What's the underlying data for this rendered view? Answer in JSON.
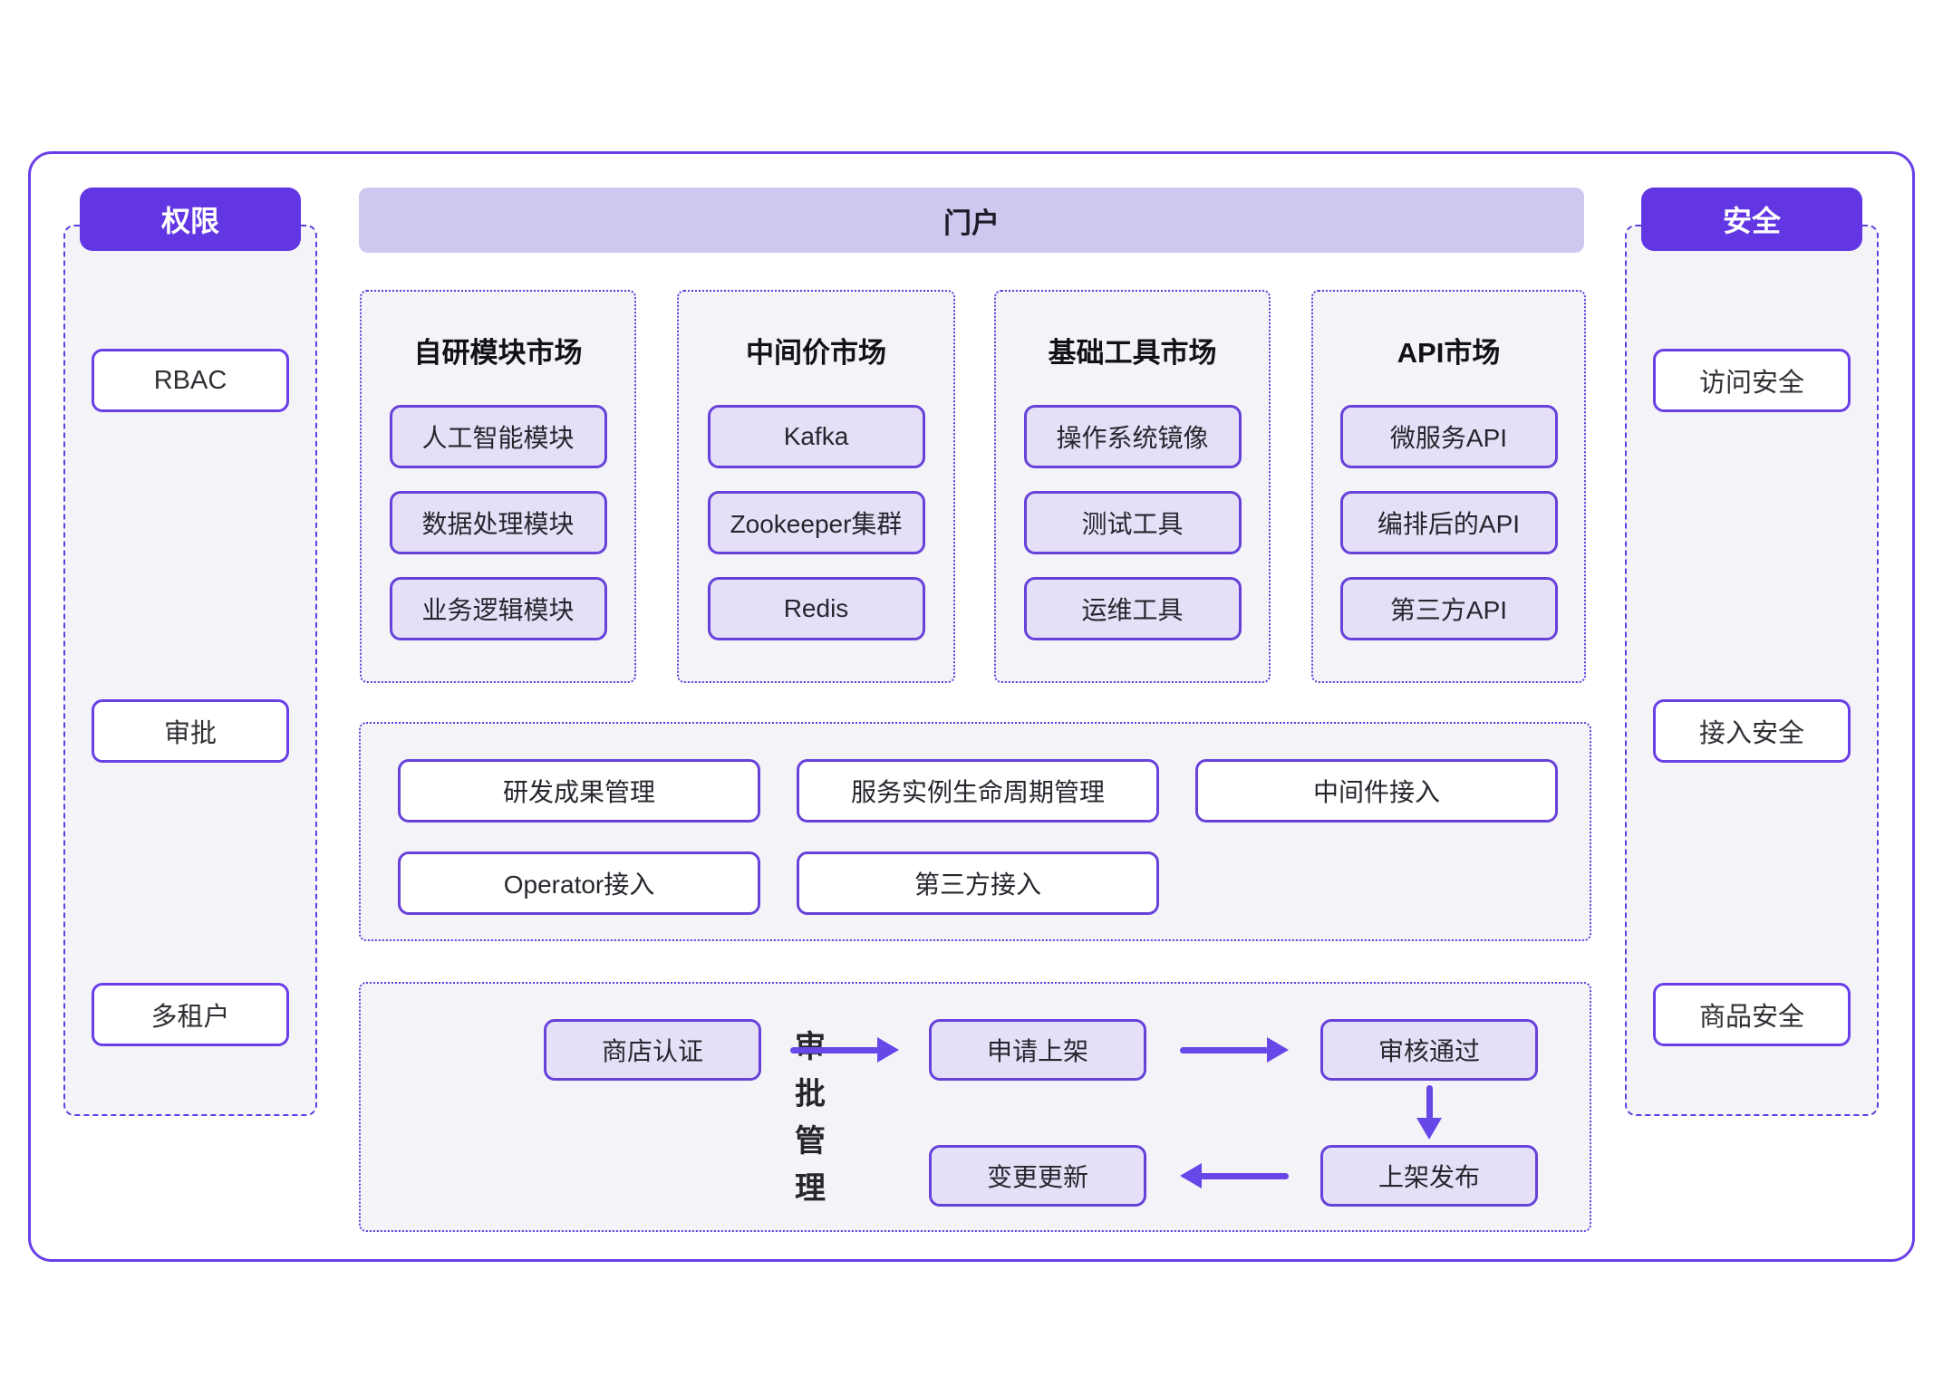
{
  "colors": {
    "accent_purple": "#6236E3",
    "border_purple": "#6741D9",
    "outer_border": "#6B3FE8",
    "dashed_border": "#5B3FE0",
    "portal_bar_bg": "#D0C7F1",
    "item_fill": "#E5E0F7",
    "section_bg": "#F4F4F8",
    "arrow": "#6847E8"
  },
  "left_panel": {
    "title": "权限",
    "items": [
      "RBAC",
      "审批",
      "多租户"
    ]
  },
  "right_panel": {
    "title": "安全",
    "items": [
      "访问安全",
      "接入安全",
      "商品安全"
    ]
  },
  "portal": {
    "title": "门户"
  },
  "markets": [
    {
      "title": "自研模块市场",
      "items": [
        "人工智能模块",
        "数据处理模块",
        "业务逻辑模块"
      ]
    },
    {
      "title": "中间价市场",
      "items": [
        "Kafka",
        "Zookeeper集群",
        "Redis"
      ]
    },
    {
      "title": "基础工具市场",
      "items": [
        "操作系统镜像",
        "测试工具",
        "运维工具"
      ]
    },
    {
      "title": "API市场",
      "items": [
        "微服务API",
        "编排后的API",
        "第三方API"
      ]
    }
  ],
  "management": {
    "row1": [
      "研发成果管理",
      "服务实例生命周期管理",
      "中间件接入"
    ],
    "row2": [
      "Operator接入",
      "第三方接入"
    ]
  },
  "approval": {
    "label": "审批管理",
    "label_chars": [
      "审",
      "批",
      "管",
      "理"
    ],
    "flow_row1": [
      "商店认证",
      "申请上架",
      "审核通过"
    ],
    "flow_row2": [
      "变更更新",
      "上架发布"
    ]
  }
}
